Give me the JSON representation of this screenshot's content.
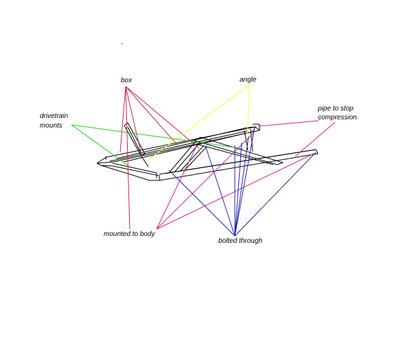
{
  "labels": {
    "box": "box",
    "angle": "angle",
    "drivetrain_1": "drivetrain",
    "drivetrain_2": "mounts",
    "pipe_1": "pipe to stop",
    "pipe_2": "compression",
    "mounted": "mounted to body",
    "bolted": "bolted through"
  },
  "colors": {
    "box": "#cc2244",
    "angle": "#ffff33",
    "drivetrain": "#22cc22",
    "pipe": "#cc2299",
    "mounted": "#cc2299",
    "bolted": "#2222aa",
    "frame": "#000000"
  }
}
